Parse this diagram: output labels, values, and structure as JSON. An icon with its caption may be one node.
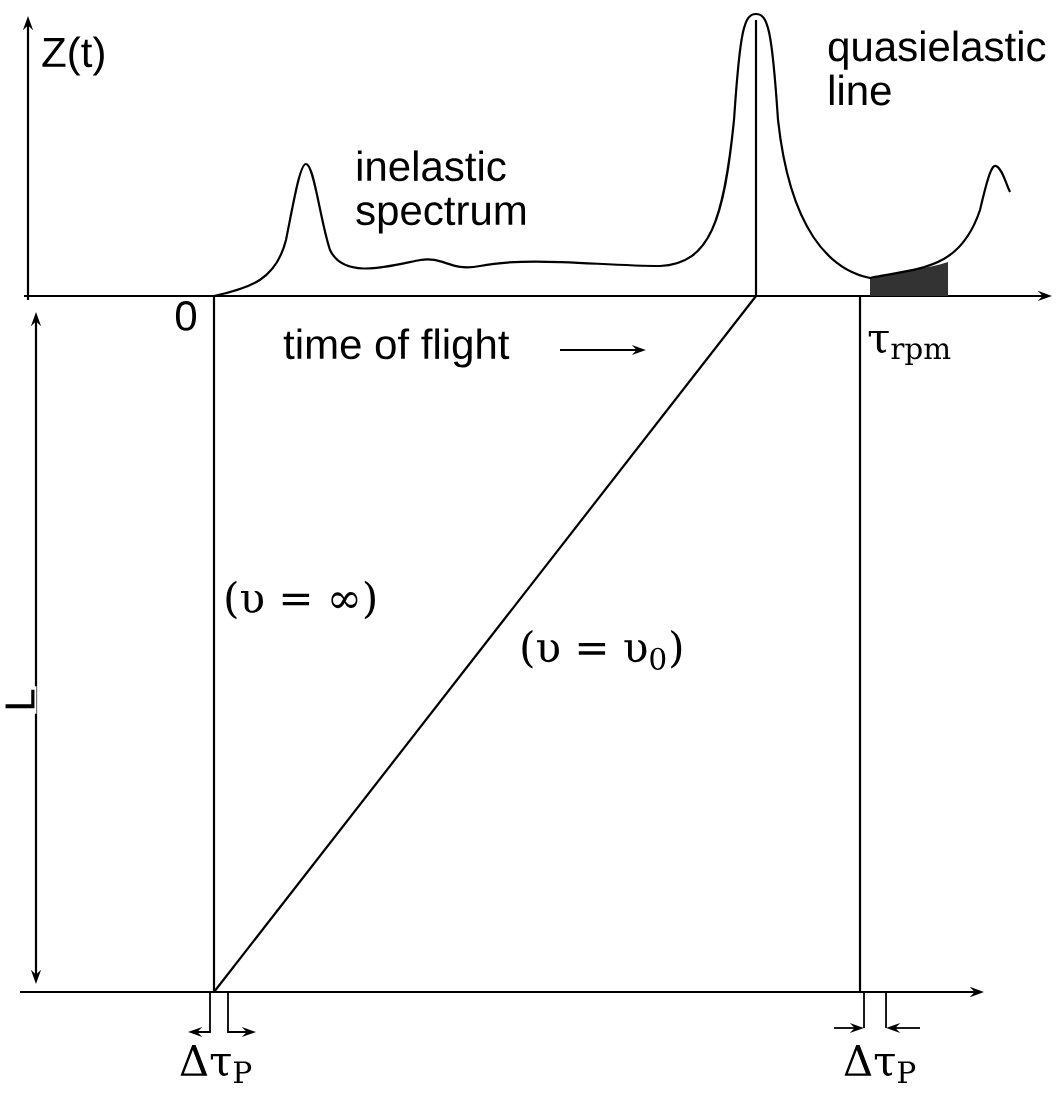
{
  "diagram": {
    "labels": [
      "Z(t)",
      "quasielastic line",
      "inelastic spectrum",
      "0",
      "time of flight",
      "τ$_{rpm}$",
      "L",
      "(υ = ∞)",
      "(υ = υ$_{0}$)",
      "Δτ$_{P}$",
      "Δτ$_{P}$"
    ]
  }
}
